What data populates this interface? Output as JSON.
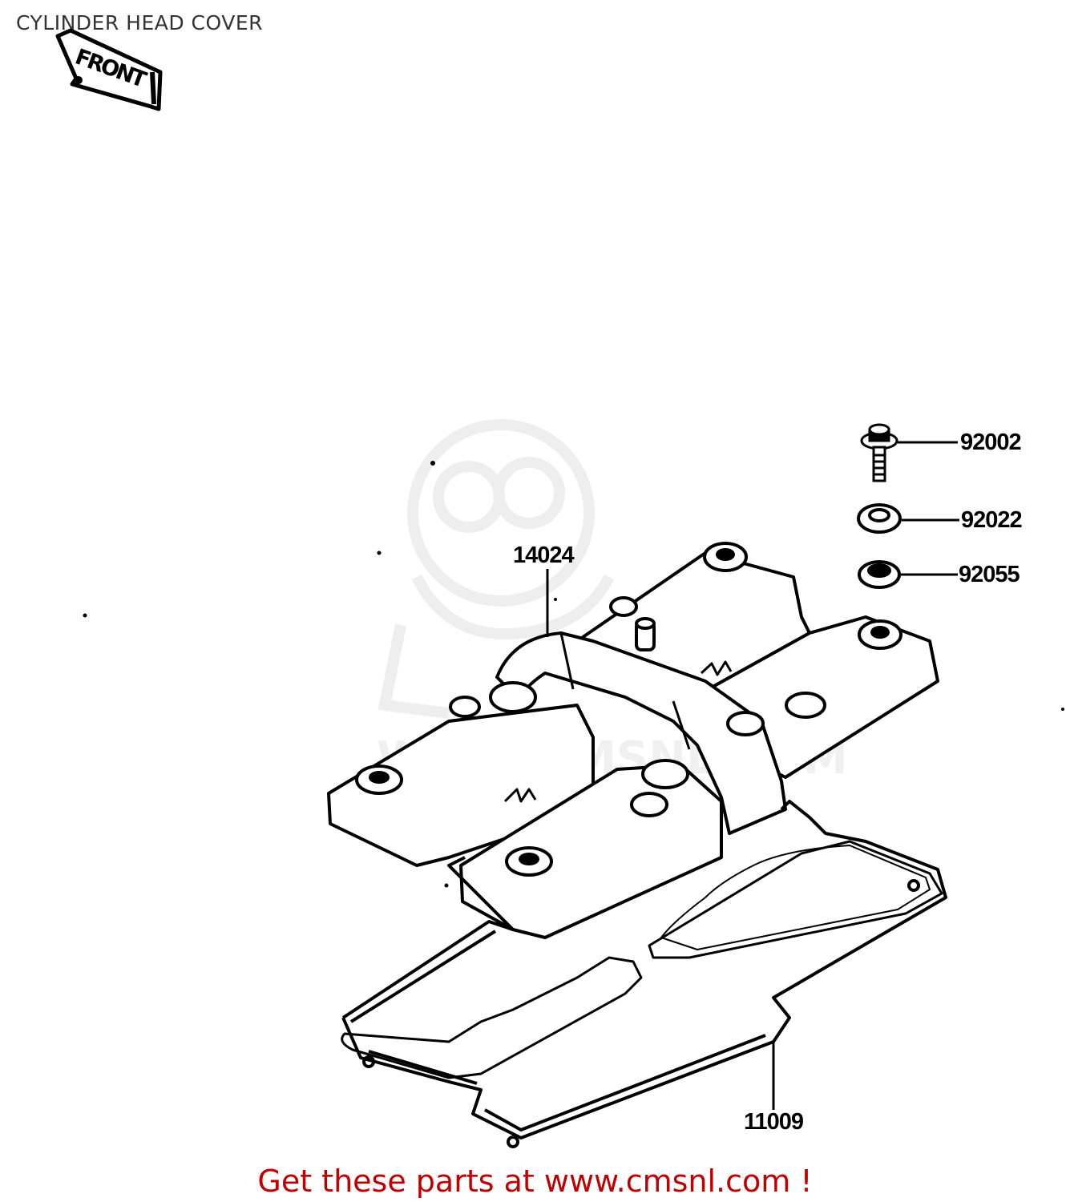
{
  "header": {
    "title": "CYLINDER HEAD COVER"
  },
  "badge": {
    "front_label": "FRONT"
  },
  "parts": [
    {
      "number": "92002",
      "name": "bolt"
    },
    {
      "number": "92022",
      "name": "washer"
    },
    {
      "number": "92055",
      "name": "grommet"
    },
    {
      "number": "14024",
      "name": "cylinder head cover"
    },
    {
      "number": "11009",
      "name": "gasket"
    }
  ],
  "watermark": {
    "text": "WWW.CMSNL.COM"
  },
  "footer": {
    "text": "Get these parts at www.cmsnl.com !",
    "color": "#c00000"
  }
}
